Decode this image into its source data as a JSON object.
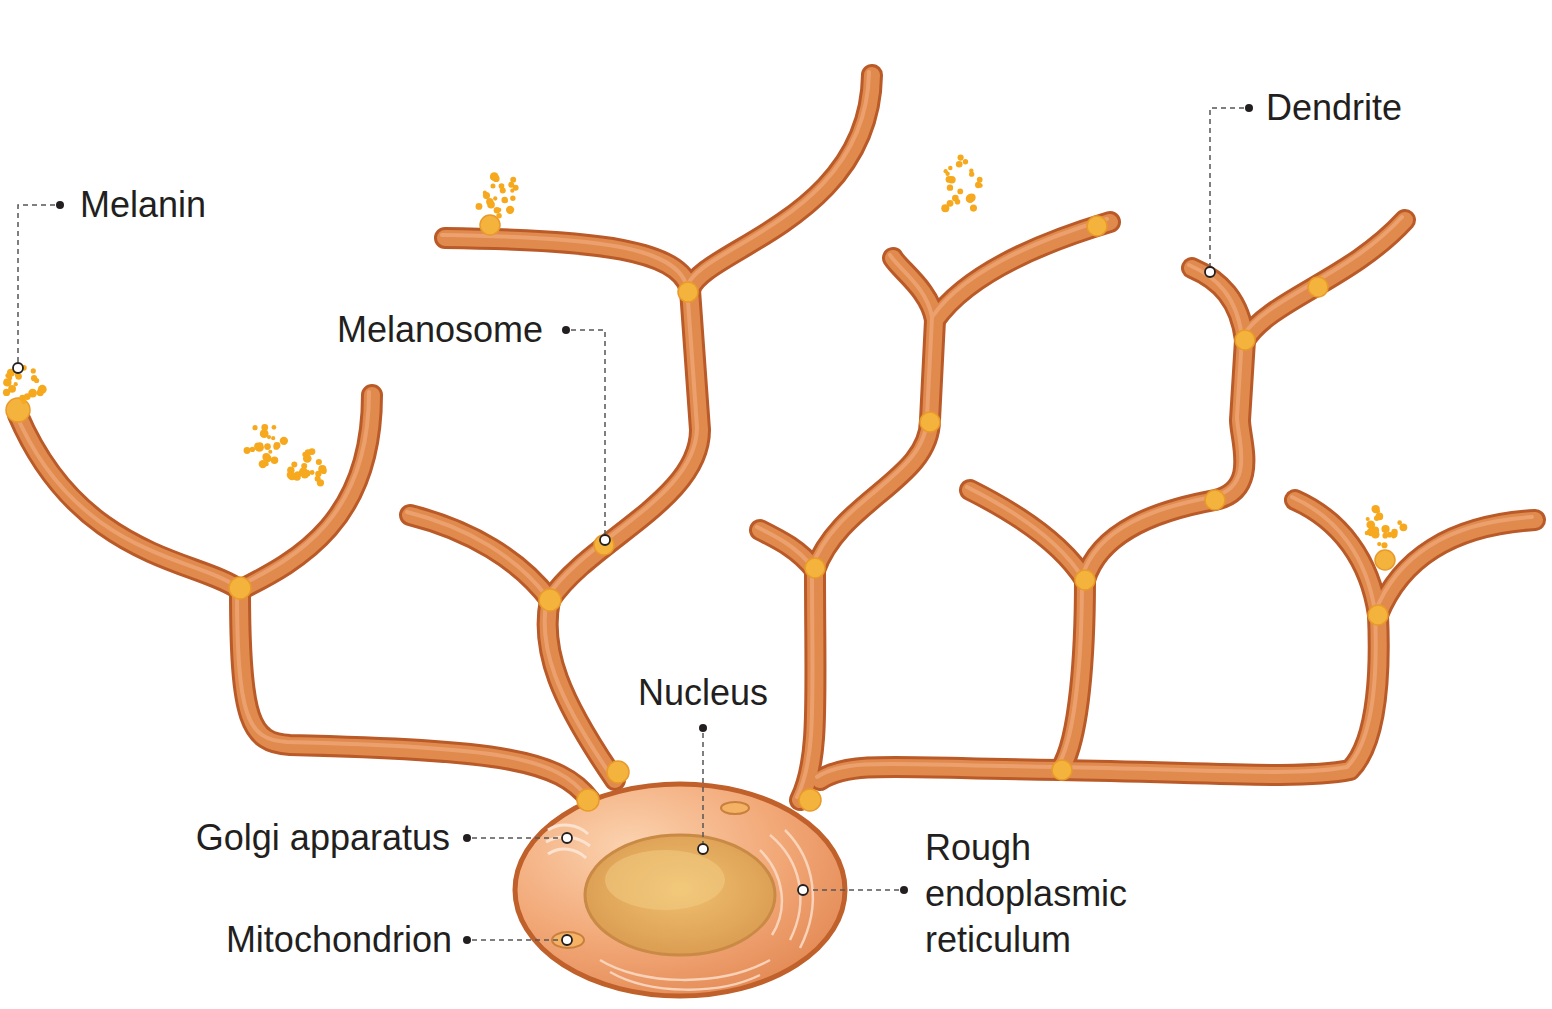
{
  "diagram": {
    "labels": [
      "Melanin",
      "Melanosome",
      "Dendrite",
      "Nucleus",
      "Golgi apparatus",
      "Mitochondrion",
      "Rough endoplasmic reticulum"
    ]
  }
}
